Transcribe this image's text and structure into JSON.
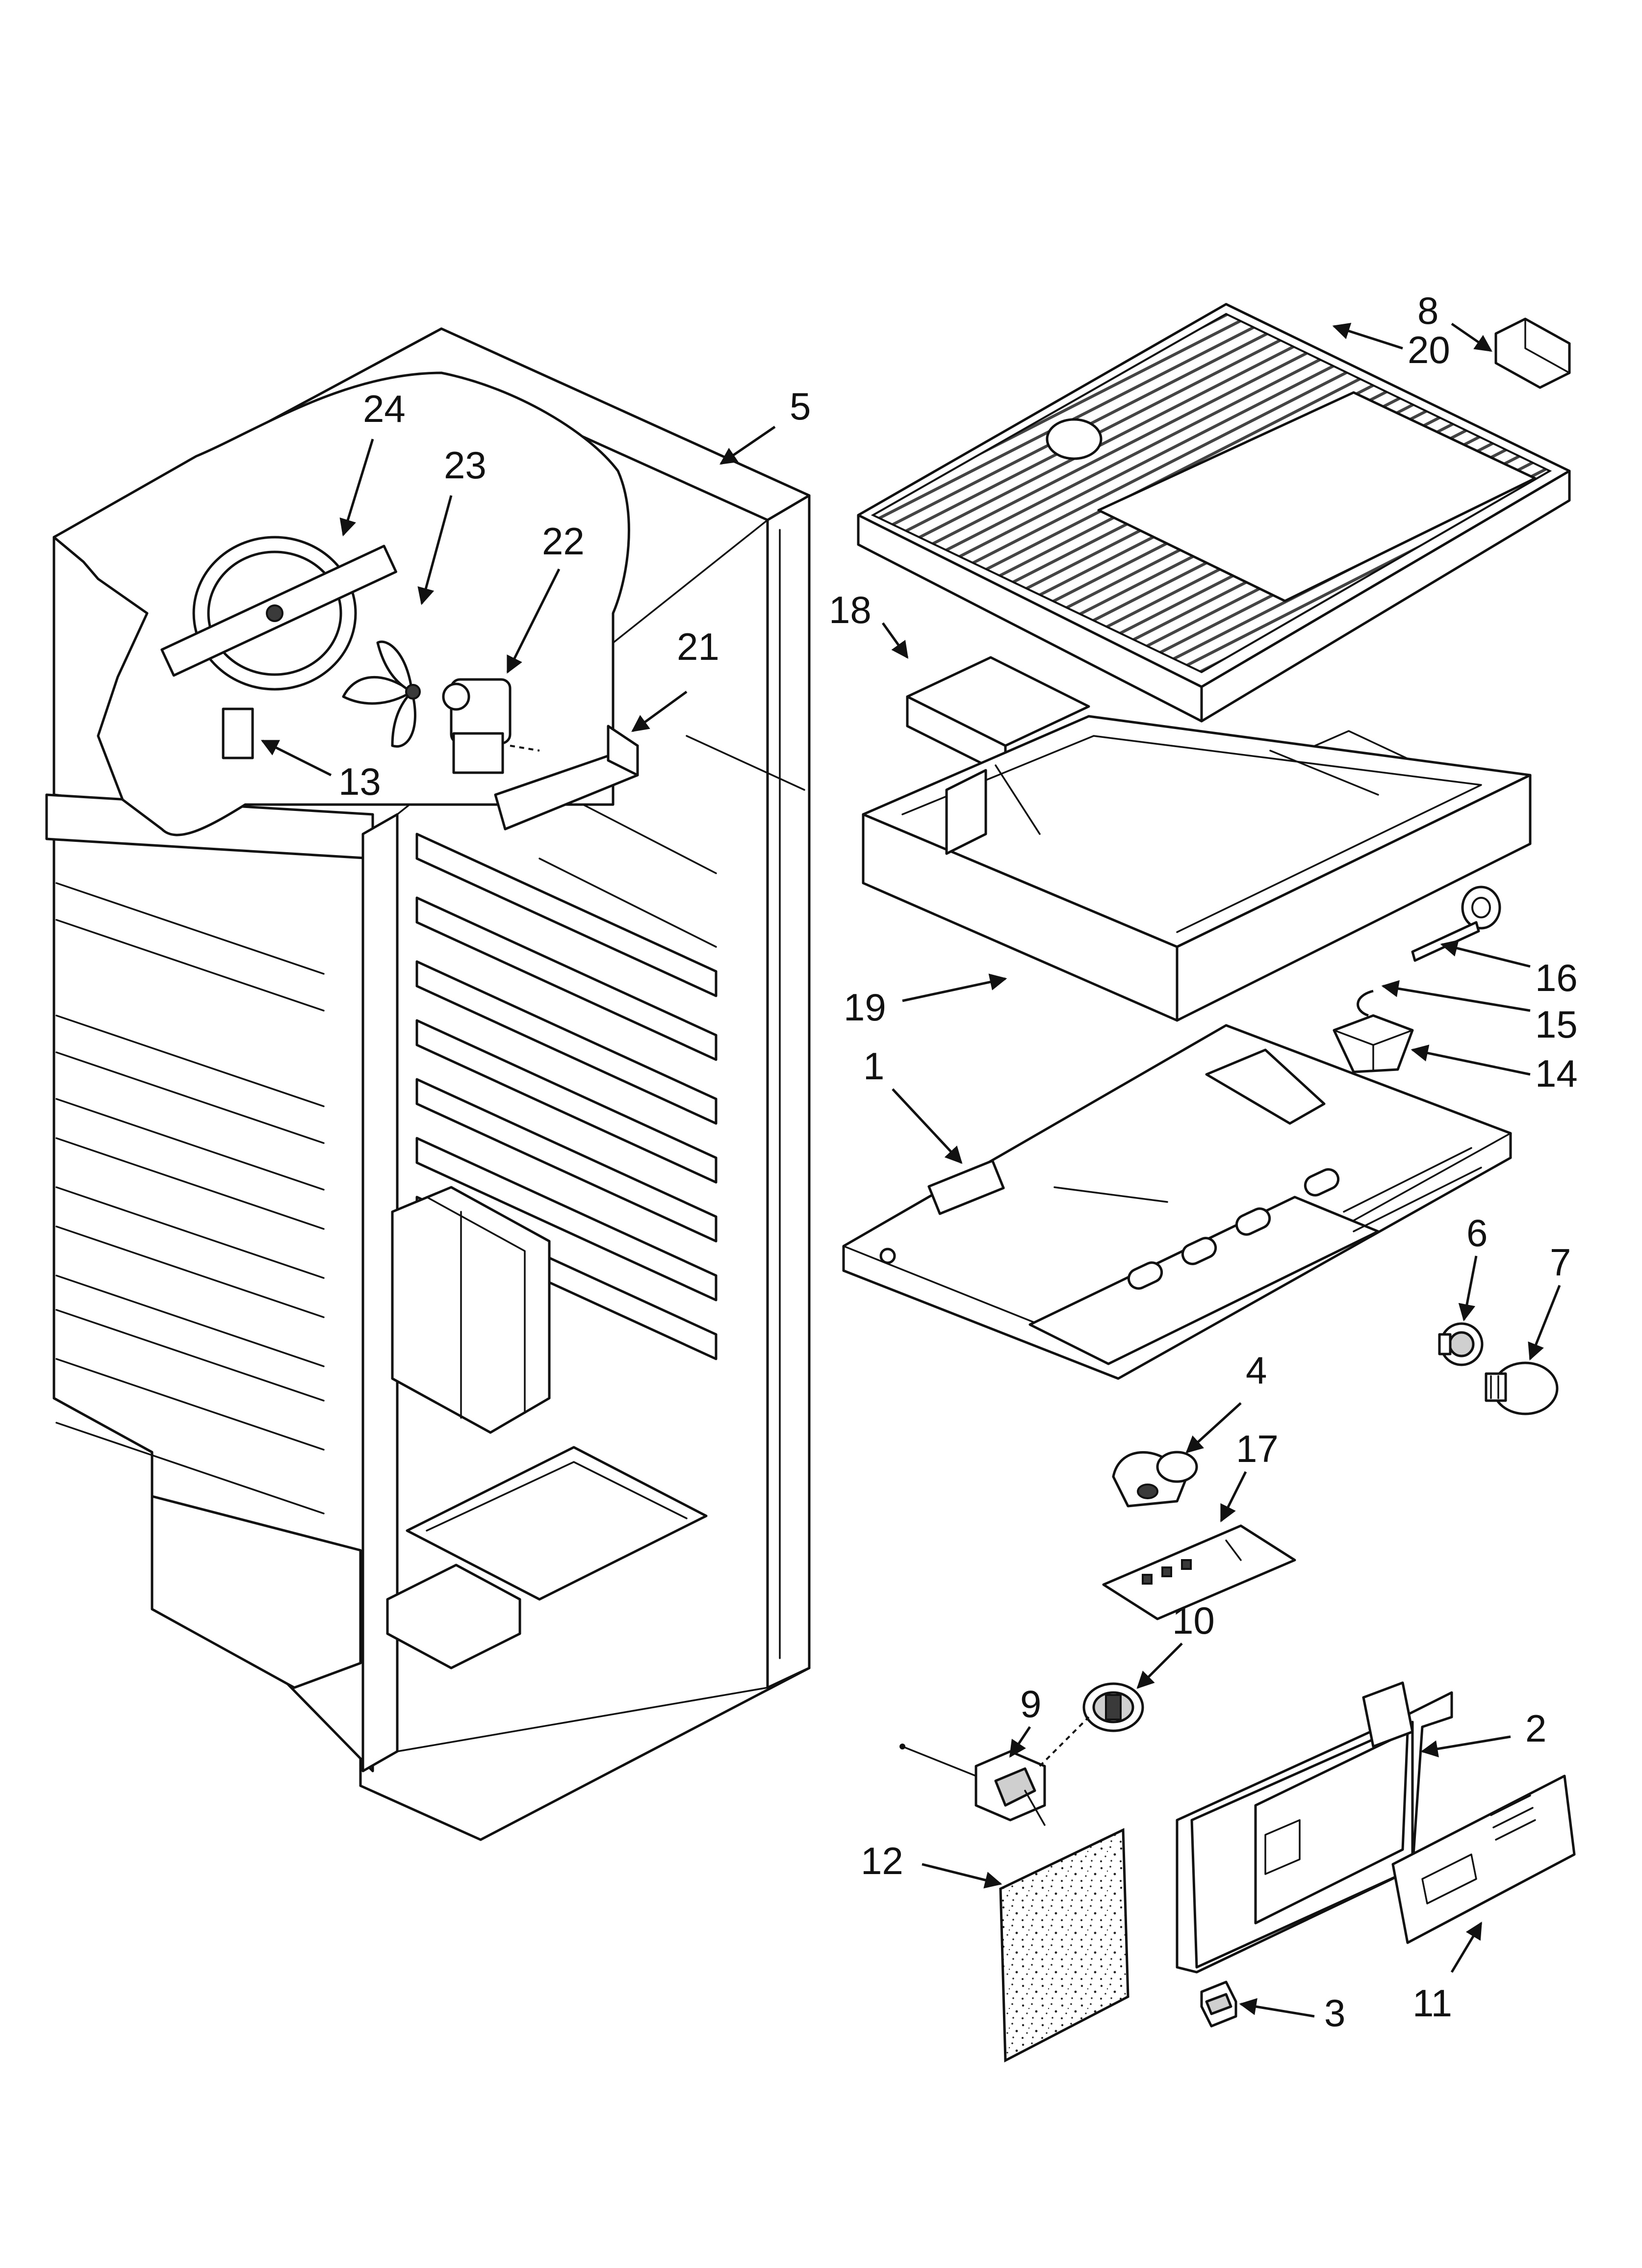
{
  "diagram": {
    "type": "exploded-parts-diagram",
    "callouts": {
      "c1": "1",
      "c2": "2",
      "c3": "3",
      "c4": "4",
      "c5": "5",
      "c6": "6",
      "c7": "7",
      "c8": "8",
      "c9": "9",
      "c10": "10",
      "c11": "11",
      "c12": "12",
      "c13": "13",
      "c14": "14",
      "c15": "15",
      "c16": "16",
      "c17": "17",
      "c18": "18",
      "c19": "19",
      "c20": "20",
      "c21": "21",
      "c22": "22",
      "c23": "23",
      "c24": "24"
    }
  }
}
